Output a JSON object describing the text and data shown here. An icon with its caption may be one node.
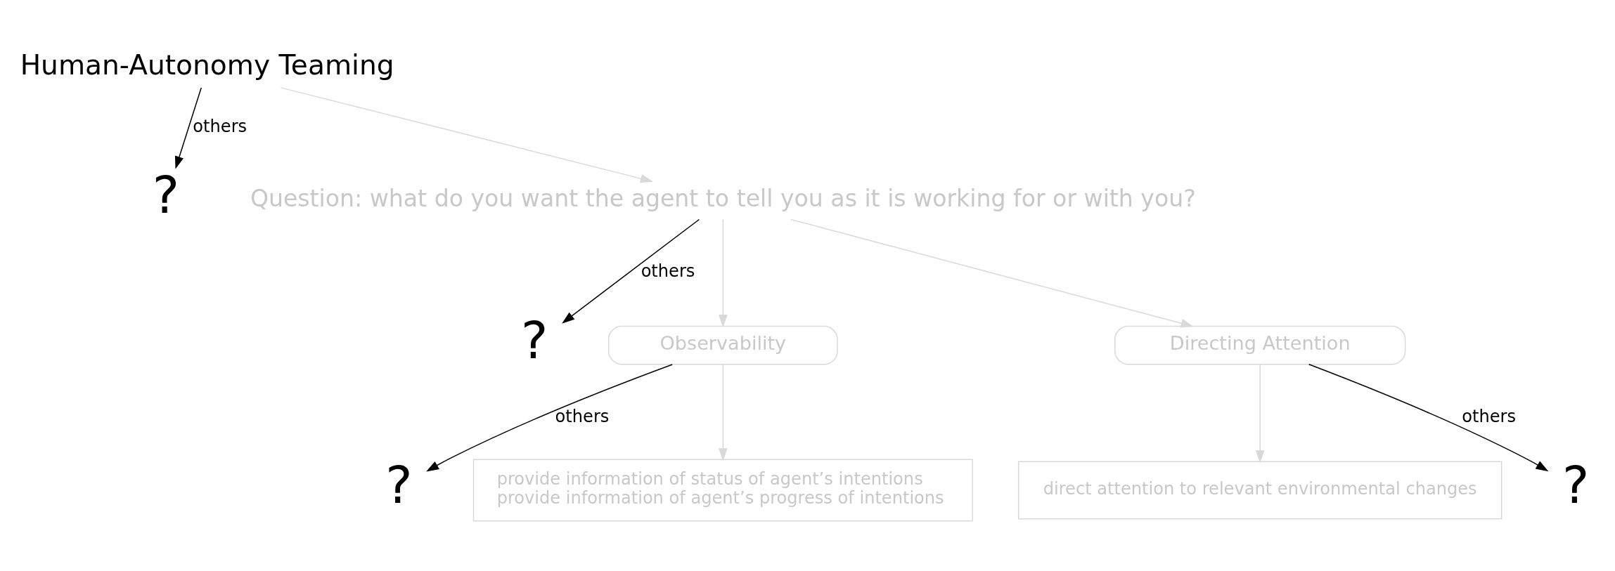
{
  "diagram": {
    "nodes": [
      {
        "text": [
          "Human-Autonomy Teaming"
        ]
      },
      {
        "text": [
          "?"
        ]
      },
      {
        "text": [
          "Question: what do you want the agent to tell you as it is working for or with you?"
        ]
      },
      {
        "text": [
          "?"
        ]
      },
      {
        "text": [
          "Observability"
        ]
      },
      {
        "text": [
          "Directing Attention"
        ]
      },
      {
        "text": [
          "?"
        ]
      },
      {
        "text": [
          "provide information of status of agent’s intentions",
          "provide information of agent’s progress of intentions"
        ]
      },
      {
        "text": [
          "direct attention to relevant environmental changes"
        ]
      },
      {
        "text": [
          "?"
        ]
      }
    ],
    "edges": [
      {
        "from": 0,
        "to": 2,
        "arrow": "to"
      },
      {
        "from": 0,
        "to": 1,
        "arrow": "to",
        "label": "others",
        "color": "#000000"
      },
      {
        "from": 2,
        "to": 4,
        "arrow": "to"
      },
      {
        "from": 2,
        "to": 5,
        "arrow": "to"
      },
      {
        "from": 2,
        "to": 3,
        "arrow": "to",
        "label": "others",
        "color": "#000000"
      },
      {
        "from": 4,
        "to": 6,
        "arrow": "to",
        "label": "others",
        "color": "#000000"
      },
      {
        "from": 4,
        "to": 7,
        "arrow": "to"
      },
      {
        "from": 5,
        "to": 8,
        "arrow": "to"
      },
      {
        "from": 5,
        "to": 9,
        "arrow": "to",
        "label": "others",
        "color": "#000000"
      }
    ]
  }
}
